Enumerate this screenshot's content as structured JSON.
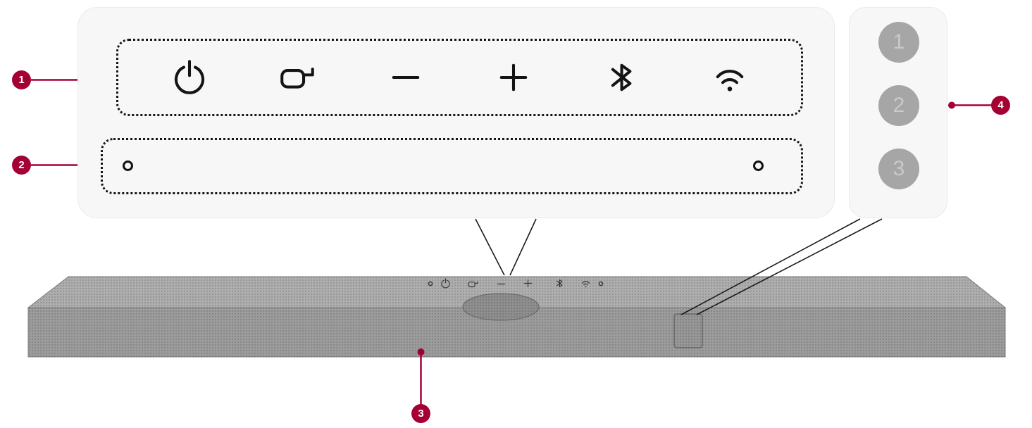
{
  "colors": {
    "accent": "#A50034",
    "panel_background": "#F7F7F7",
    "soundbar_top": "#AEAEAE",
    "soundbar_front": "#9C9C9C",
    "icon": "#141414"
  },
  "callout_badges": [
    {
      "label": "1",
      "points_to": "touch-control-strip"
    },
    {
      "label": "2",
      "points_to": "microphone-strip"
    },
    {
      "label": "3",
      "points_to": "soundbar-front-center"
    },
    {
      "label": "4",
      "points_to": "connector-buttons-panel"
    }
  ],
  "touch_controls": {
    "icons": [
      {
        "name": "power-icon"
      },
      {
        "name": "function-input-icon"
      },
      {
        "name": "volume-down-icon"
      },
      {
        "name": "volume-up-icon"
      },
      {
        "name": "bluetooth-icon"
      },
      {
        "name": "wifi-icon"
      }
    ]
  },
  "microphone_strip": {
    "hole_count": 2
  },
  "connector_panel": {
    "buttons": [
      {
        "label": "1"
      },
      {
        "label": "2"
      },
      {
        "label": "3"
      }
    ]
  }
}
